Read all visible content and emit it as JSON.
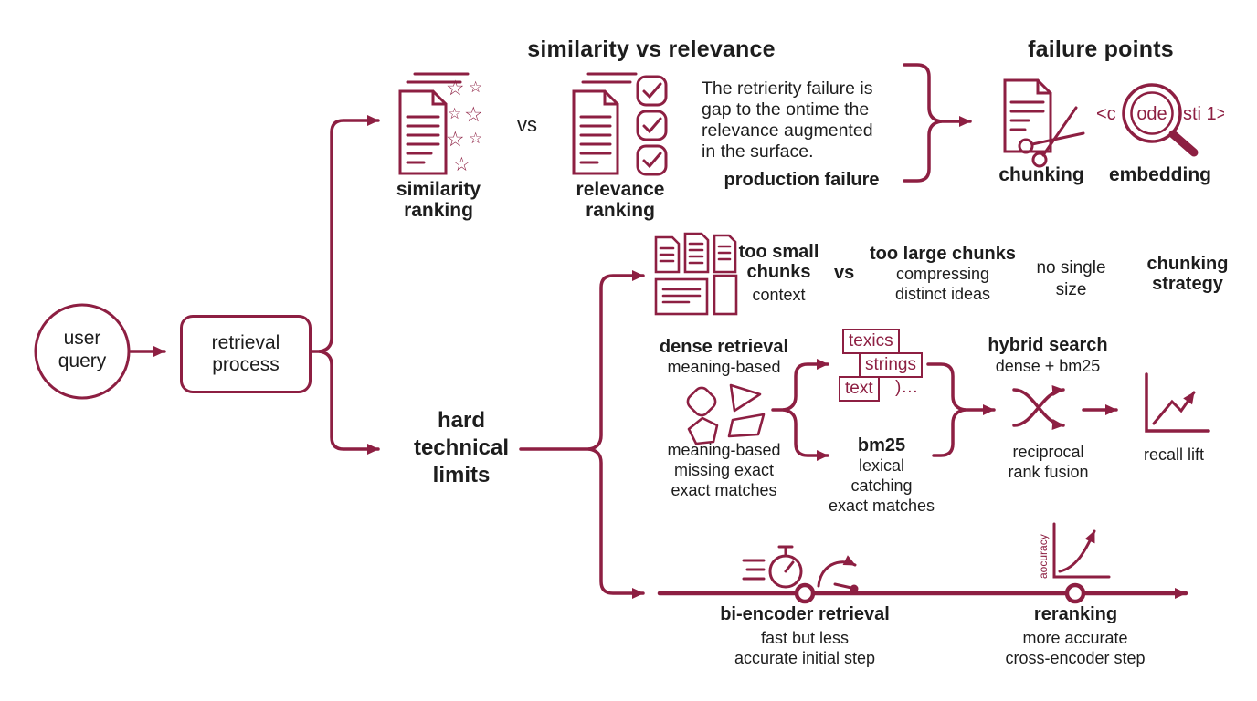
{
  "colors": {
    "maroon": "#8d1f42",
    "text": "#1d1d1d",
    "background": "#ffffff"
  },
  "flow": {
    "user_query": "user\nquery",
    "retrieval_process": "retrieval\nprocess",
    "hard_limits": "hard\ntechnical\nlimits"
  },
  "similarity_section": {
    "title": "similarity vs relevance",
    "similarity_label": "similarity\nranking",
    "vs": "vs",
    "relevance_label": "relevance\nranking",
    "paragraph": "The retrierity failure is\ngap to the ontime the\nrelevance augmented\nin the surface.",
    "production_failure": "production failure"
  },
  "failure_section": {
    "title": "failure points",
    "chunking_label": "chunking",
    "embedding_label": "embedding",
    "embedding_code_left": "<c",
    "embedding_code_mid": "ode",
    "embedding_code_right": "sti 1>"
  },
  "chunks_row": {
    "too_small_title": "too small\nchunks",
    "too_small_sub": "context",
    "vs": "vs",
    "too_large_title": "too large chunks",
    "too_large_sub": "compressing\ndistinct ideas",
    "no_single_size": "no single\nsize",
    "chunking_strategy": "chunking\nstrategy"
  },
  "dense_row": {
    "dense_title": "dense retrieval",
    "dense_sub": "meaning-based",
    "dense_caption": "meaning-based\nmissing exact\nexact matches",
    "tags": [
      "texics",
      "strings",
      "text"
    ],
    "tags_suffix": ")…",
    "bm25_title": "bm25",
    "bm25_sub": "lexical\ncatching\nexact matches",
    "hybrid_title": "hybrid search",
    "hybrid_sub": "dense + bm25",
    "fusion_caption": "reciprocal\nrank fusion",
    "recall_caption": "recall lift"
  },
  "timeline_row": {
    "bi_encoder_title": "bi-encoder retrieval",
    "bi_encoder_sub": "fast but less\naccurate initial step",
    "rerank_title": "reranking",
    "rerank_sub": "more accurate\ncross-encoder step",
    "accuracy_axis_label": "aocuracy"
  }
}
